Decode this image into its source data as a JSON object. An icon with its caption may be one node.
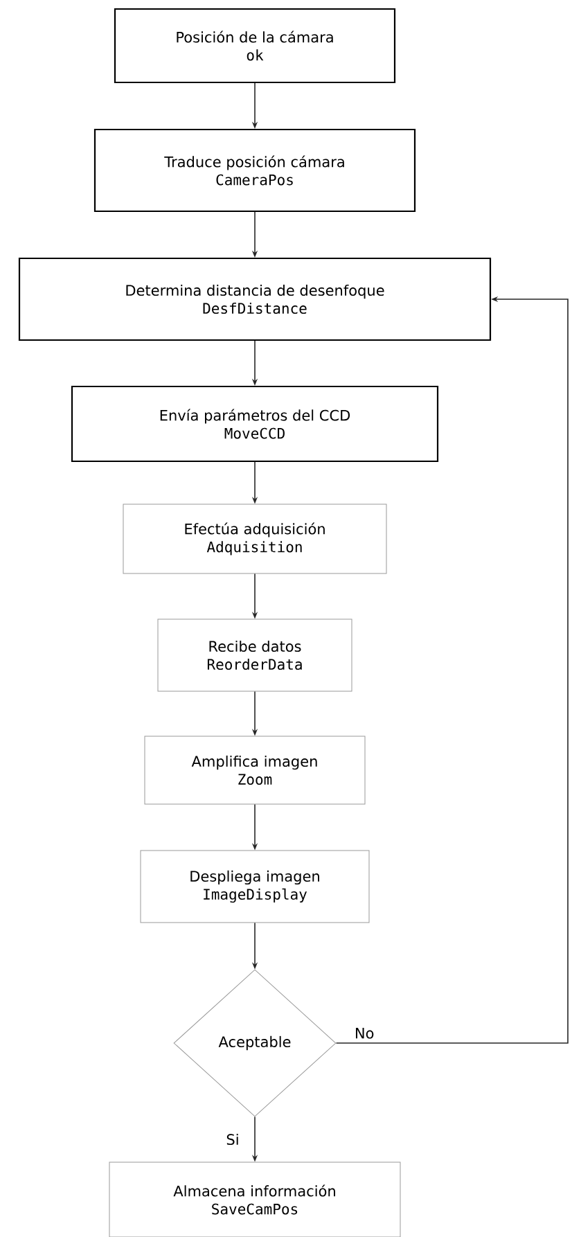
{
  "diagram": {
    "nodes": [
      {
        "text": [
          "Posición de la cámara",
          "ok"
        ]
      },
      {
        "text": [
          "Traduce posición cámara",
          "CameraPos"
        ]
      },
      {
        "text": [
          "Determina distancia de desenfoque",
          "DesfDistance"
        ]
      },
      {
        "text": [
          "Envía parámetros del CCD",
          "MoveCCD"
        ]
      },
      {
        "text": [
          "Efectúa adquisición",
          "Adquisition"
        ]
      },
      {
        "text": [
          "Recibe datos",
          "ReorderData"
        ]
      },
      {
        "text": [
          "Amplifica imagen",
          "Zoom"
        ]
      },
      {
        "text": [
          "Despliega imagen",
          "ImageDisplay"
        ]
      },
      {
        "text": [
          "Aceptable"
        ]
      },
      {
        "text": [
          "Almacena información",
          "SaveCamPos"
        ]
      }
    ],
    "edges": [
      {
        "from": 0,
        "to": 1,
        "arrow": "to"
      },
      {
        "from": 1,
        "to": 2,
        "arrow": "to"
      },
      {
        "from": 2,
        "to": 3,
        "arrow": "to"
      },
      {
        "from": 3,
        "to": 4,
        "arrow": "to"
      },
      {
        "from": 4,
        "to": 5,
        "arrow": "to"
      },
      {
        "from": 5,
        "to": 6,
        "arrow": "to"
      },
      {
        "from": 6,
        "to": 7,
        "arrow": "to"
      },
      {
        "from": 7,
        "to": 8,
        "arrow": "to"
      },
      {
        "from": 8,
        "to": 9,
        "label": "Si",
        "arrow": "to"
      },
      {
        "from": 8,
        "to": 2,
        "label": "No",
        "arrow": "to"
      }
    ]
  }
}
